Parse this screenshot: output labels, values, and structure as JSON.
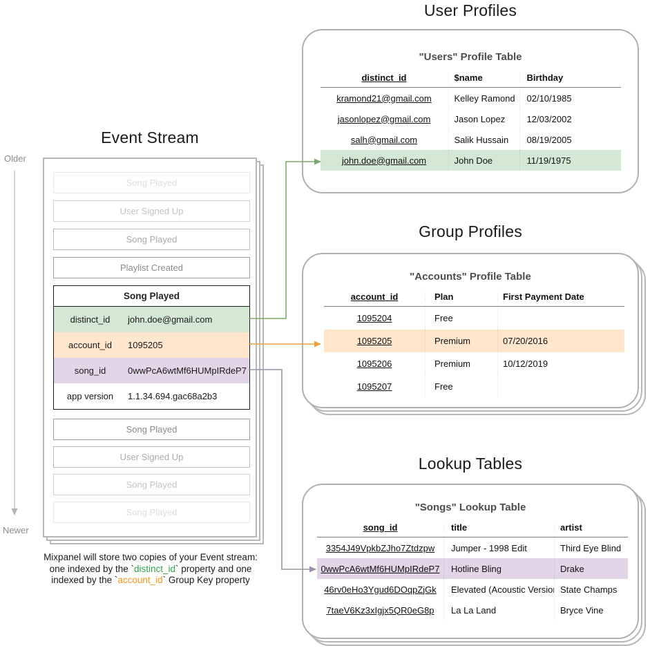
{
  "colors": {
    "green_fill": "#d5e8d4",
    "orange_fill": "#ffe6cc",
    "purple_fill": "#e1d5e7",
    "green_arrow": "#7ea96e",
    "orange_arrow": "#e8a33d",
    "purple_arrow": "#9c8fa6",
    "green_code_text": "#33a04d",
    "orange_code_text": "#f7941d"
  },
  "timeline": {
    "older": "Older",
    "newer": "Newer"
  },
  "event_stream": {
    "title": "Event Stream",
    "events_before": [
      {
        "label": "Song Played"
      },
      {
        "label": "User Signed Up"
      },
      {
        "label": "Song Played"
      },
      {
        "label": "Playlist Created"
      }
    ],
    "expanded_event": {
      "title": "Song Played",
      "properties": [
        {
          "key": "distinct_id",
          "value": "john.doe@gmail.com",
          "highlight": "green"
        },
        {
          "key": "account_id",
          "value": "1095205",
          "highlight": "orange"
        },
        {
          "key": "song_id",
          "value": "0wwPcA6wtMf6HUMpIRdeP7",
          "highlight": "purple"
        },
        {
          "key": "app version",
          "value": "1.1.34.694.gac68a2b3",
          "highlight": "none"
        }
      ]
    },
    "events_after": [
      {
        "label": "Song Played"
      },
      {
        "label": "User Signed Up"
      },
      {
        "label": "Song Played"
      },
      {
        "label": "Song Played"
      }
    ]
  },
  "caption": {
    "line1": "Mixpanel will store two copies of your Event stream:",
    "line2_pre": "one indexed by the `",
    "line2_code": "distinct_id",
    "line2_post": "` property and one",
    "line3_pre": "indexed by the `",
    "line3_code": "account_id",
    "line3_post": "` Group Key property"
  },
  "user_profiles": {
    "section_title": "User Profiles",
    "table_title": "\"Users\" Profile Table",
    "columns": {
      "c1": "distinct_id",
      "c2": "$name",
      "c3": "Birthday"
    },
    "rows": [
      {
        "distinct_id": "kramond21@gmail.com",
        "name": "Kelley Ramond",
        "birthday": "02/10/1985"
      },
      {
        "distinct_id": "jasonlopez@gmail.com",
        "name": "Jason Lopez",
        "birthday": "12/03/2002"
      },
      {
        "distinct_id": "salh@gmail.com",
        "name": "Salik Hussain",
        "birthday": "08/19/2005"
      },
      {
        "distinct_id": "john.doe@gmail.com",
        "name": "John Doe",
        "birthday": "11/19/1975"
      }
    ],
    "highlighted_row": 3
  },
  "group_profiles": {
    "section_title": "Group Profiles",
    "table_title": "\"Accounts\" Profile Table",
    "columns": {
      "c1": "account_id",
      "c2": "Plan",
      "c3": "First Payment Date"
    },
    "rows": [
      {
        "account_id": "1095204",
        "plan": "Free",
        "first_payment_date": ""
      },
      {
        "account_id": "1095205",
        "plan": "Premium",
        "first_payment_date": "07/20/2016"
      },
      {
        "account_id": "1095206",
        "plan": "Premium",
        "first_payment_date": "10/12/2019"
      },
      {
        "account_id": "1095207",
        "plan": "Free",
        "first_payment_date": ""
      }
    ],
    "highlighted_row": 1
  },
  "lookup_tables": {
    "section_title": "Lookup Tables",
    "table_title": "\"Songs\" Lookup Table",
    "columns": {
      "c1": "song_id",
      "c2": "title",
      "c3": "artist"
    },
    "rows": [
      {
        "song_id": "3354J49VpkbZJho7Ztdzpw",
        "title": "Jumper - 1998 Edit",
        "artist": "Third Eye Blind"
      },
      {
        "song_id": "0wwPcA6wtMf6HUMpIRdeP7",
        "title": "Hotline Bling",
        "artist": "Drake"
      },
      {
        "song_id": "46rv0eHo3Ygud6DOqpZjGk",
        "title": "Elevated (Acoustic Version)",
        "artist": "State Champs"
      },
      {
        "song_id": "7taeV6Kz3xIgjx5QR0eG8p",
        "title": "La La Land",
        "artist": "Bryce Vine"
      }
    ],
    "highlighted_row": 1
  }
}
